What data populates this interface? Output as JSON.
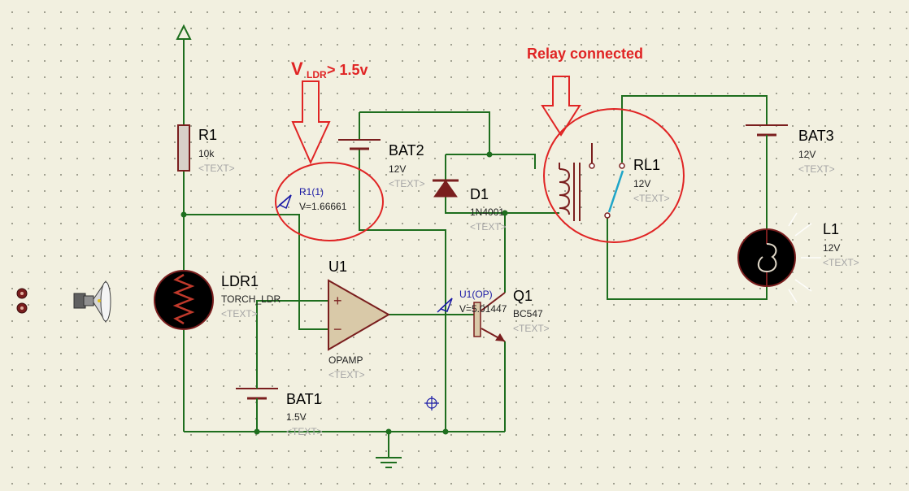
{
  "components": {
    "r1": {
      "ref": "R1",
      "value": "10k",
      "text": "<TEXT>"
    },
    "ldr1": {
      "ref": "LDR1",
      "value": "TORCH_LDR",
      "text": "<TEXT>"
    },
    "u1": {
      "ref": "U1",
      "value": "OPAMP",
      "text": "<TEXT>"
    },
    "bat1": {
      "ref": "BAT1",
      "value": "1.5V",
      "text": "<TEXT>"
    },
    "bat2": {
      "ref": "BAT2",
      "value": "12V",
      "text": "<TEXT>"
    },
    "d1": {
      "ref": "D1",
      "value": "1N4001",
      "text": "<TEXT>"
    },
    "q1": {
      "ref": "Q1",
      "value": "BC547",
      "text": "<TEXT>"
    },
    "rl1": {
      "ref": "RL1",
      "value": "12V",
      "text": "<TEXT>"
    },
    "bat3": {
      "ref": "BAT3",
      "value": "12V",
      "text": "<TEXT>"
    },
    "l1": {
      "ref": "L1",
      "value": "12V",
      "text": "<TEXT>"
    }
  },
  "probes": {
    "r1_probe": {
      "name": "R1(1)",
      "value": "V=1.66661"
    },
    "u1_probe": {
      "name": "U1(OP)",
      "value": "V=5.01447"
    }
  },
  "annotations": {
    "vldr_main": "V",
    "vldr_sub": "LDR",
    "vldr_rest": " > 1.5v",
    "relay": "Relay connected"
  },
  "opamp_signs": {
    "plus": "+",
    "minus": "−"
  },
  "icons": [
    "power-terminal-icon",
    "ground-icon",
    "torch-icon",
    "probe-arrow-icon",
    "crosshair-icon"
  ],
  "colors": {
    "wire": "#1e6e1e",
    "component": "#7a1e1e",
    "annotation": "#e02424",
    "probe": "#1a1aa6",
    "relay_contact": "#1ea5c8"
  }
}
